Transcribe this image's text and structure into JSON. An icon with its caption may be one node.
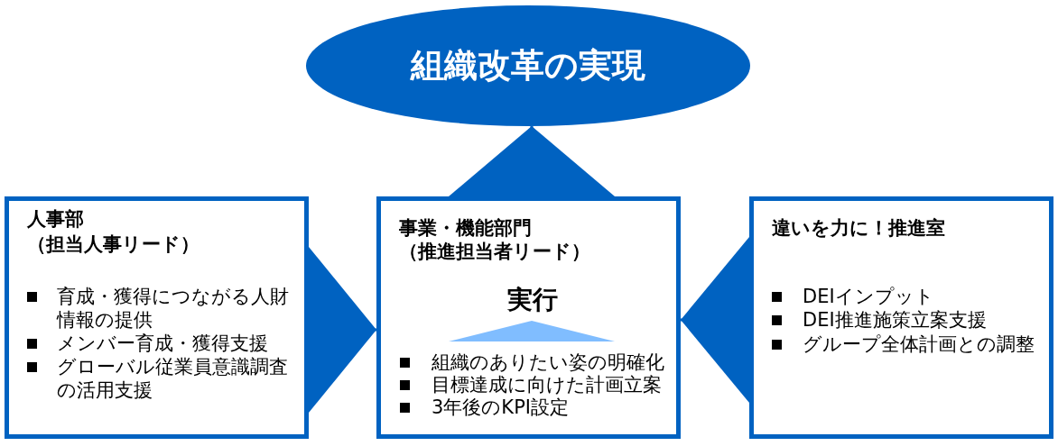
{
  "diagram": {
    "nodes": [
      {
        "text": [
          "組織改革の実現"
        ]
      },
      {
        "text": [
          "人事部",
          "（担当人事リード）",
          "育成・獲得につながる人財情報の提供",
          "メンバー育成・獲得支援",
          "グローバル従業員意識調査の活用支援"
        ]
      },
      {
        "text": [
          "事業・機能部門",
          "（推進担当者リード）",
          "実行",
          "組織のありたい姿の明確化",
          "目標達成に向けた計画立案",
          "3年後のKPI設定"
        ]
      },
      {
        "text": [
          "違いを力に！推進室",
          "DEIインプット",
          "DEI推進施策立案支援",
          "グループ全体計画との調整"
        ]
      }
    ],
    "edges": [
      {
        "from": 1,
        "to": 2,
        "arrow": "to"
      },
      {
        "from": 3,
        "to": 2,
        "arrow": "to"
      },
      {
        "from": 2,
        "to": 0,
        "arrow": "to"
      }
    ]
  }
}
